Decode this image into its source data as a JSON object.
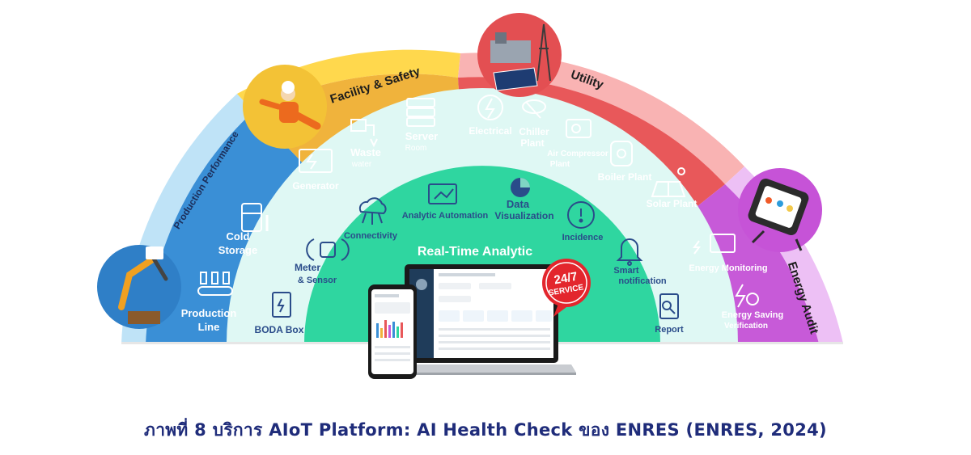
{
  "title": "Real-Time Analytic",
  "badge": {
    "line1": "24/7",
    "line2": "SERVICE"
  },
  "sectors": {
    "production": {
      "title": "Production Performance",
      "items": {
        "cold_line1": "Cold",
        "cold_line2": "Storage",
        "prod_line1": "Production",
        "prod_line2": "Line"
      }
    },
    "facility": {
      "title": "Facility & Safety",
      "items": {
        "generator": "Generator",
        "waste_line1": "Waste",
        "waste_line2": "water",
        "server_line1": "Server",
        "server_line2": "Room"
      }
    },
    "utility": {
      "title": "Utility",
      "items": {
        "electrical": "Electrical",
        "chiller_line1": "Chiller",
        "chiller_line2": "Plant",
        "air_line1": "Air Compressor",
        "air_line2": "Plant",
        "boiler": "Boiler Plant",
        "solar": "Solar Plant"
      }
    },
    "energy": {
      "title": "Energy Audit",
      "items": {
        "monitoring": "Energy Monitoring",
        "saving_line1": "Energy Saving",
        "saving_line2": "Verification"
      }
    }
  },
  "inner": {
    "boda": "BODA Box",
    "meter_line1": "Meter",
    "meter_line2": "& Sensor",
    "connectivity": "Connectivity",
    "analytic_automation": "Analytic Automation",
    "dataviz_line1": "Data",
    "dataviz_line2": "Visualization",
    "incidence": "Incidence",
    "smart_line1": "Smart",
    "smart_line2": "notification",
    "report": "Report"
  },
  "caption": "ภาพที่ 8 บริการ AIoT Platform: AI Health Check ของ ENRES (ENRES, 2024)",
  "colors": {
    "production": "#3a8fd6",
    "facility": "#f0b33c",
    "utility": "#e8585a",
    "energy": "#c75ad8",
    "inner_ring": "#dff8f4",
    "core": "#2fd6a0",
    "caption": "#1f2c7a"
  }
}
